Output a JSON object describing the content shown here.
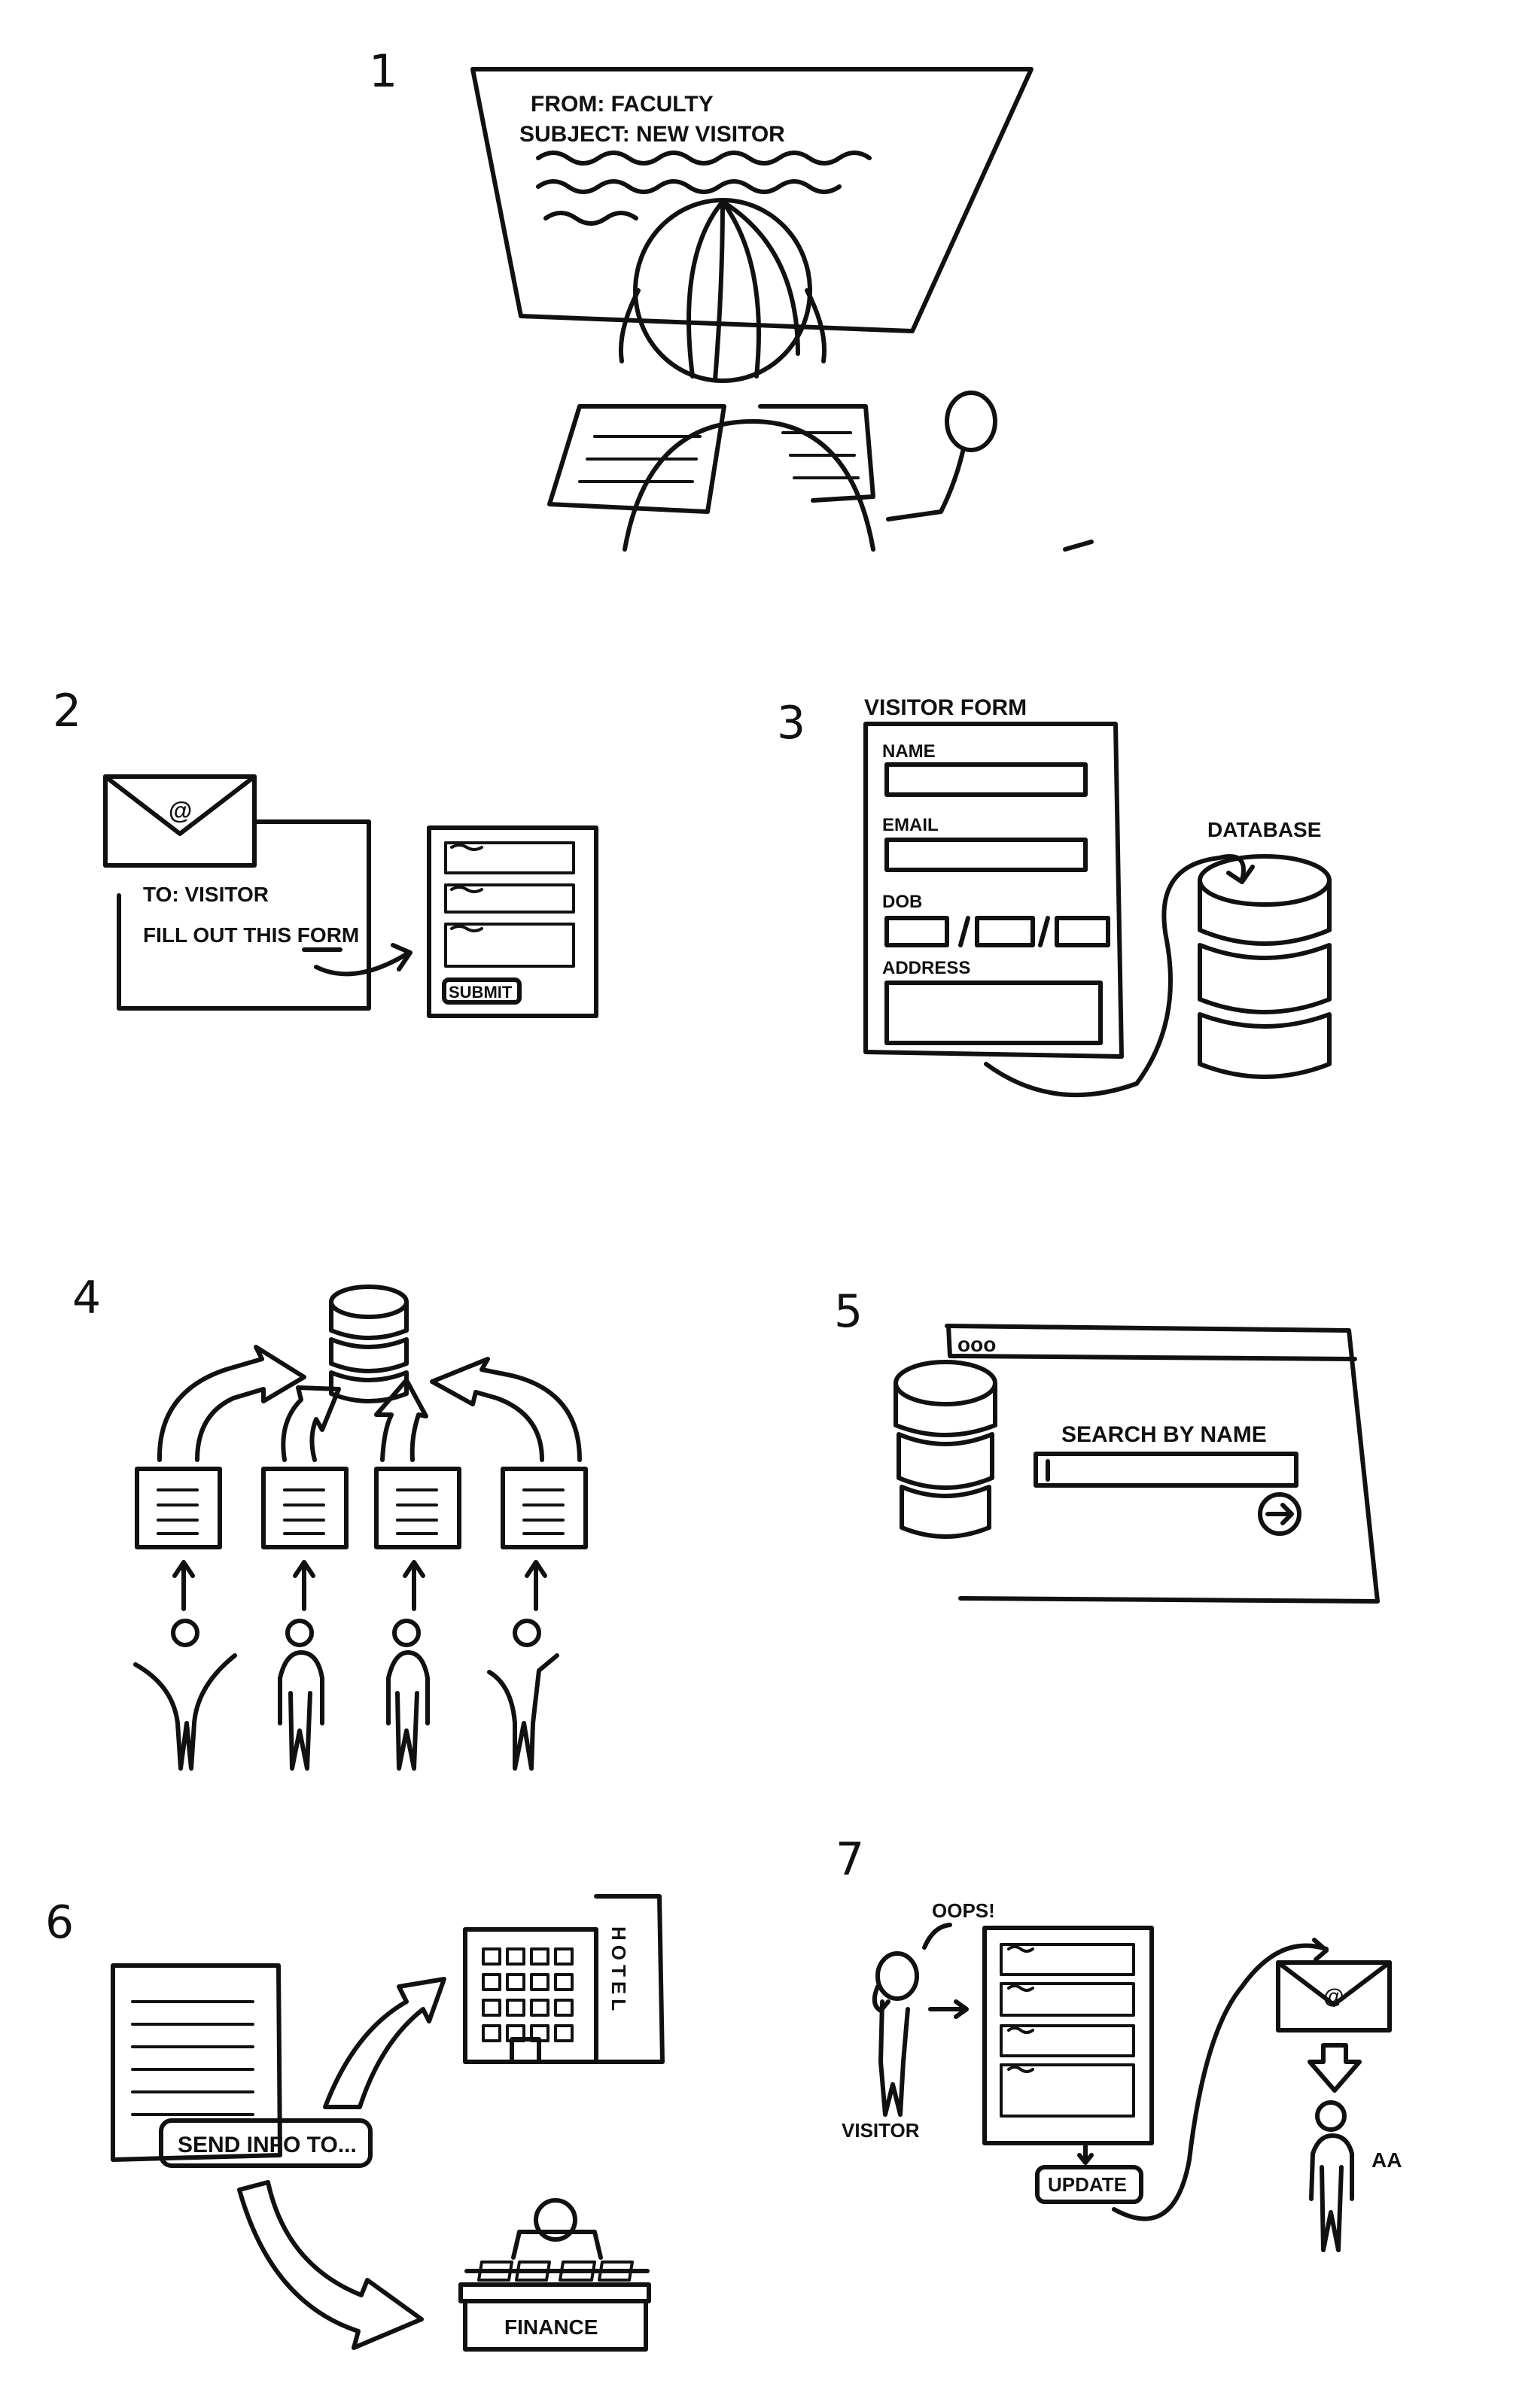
{
  "panels": [
    {
      "number": "1",
      "email_from": "FROM: FACULTY",
      "email_subject": "SUBJECT: NEW VISITOR"
    },
    {
      "number": "2",
      "email_to": "TO: VISITOR",
      "email_body": "FILL OUT THIS FORM",
      "at_symbol": "@",
      "submit_label": "SUBMIT"
    },
    {
      "number": "3",
      "form_title": "VISITOR FORM",
      "field_name": "NAME",
      "field_email": "EMAIL",
      "field_dob": "DOB",
      "field_address": "ADDRESS",
      "database_label": "DATABASE"
    },
    {
      "number": "4"
    },
    {
      "number": "5",
      "window_dots": "ooo",
      "search_label": "SEARCH BY NAME"
    },
    {
      "number": "6",
      "send_label": "SEND INFO TO...",
      "hotel_label": "HOTEL",
      "finance_label": "FINANCE"
    },
    {
      "number": "7",
      "exclamation": "OOPS!",
      "visitor_label": "VISITOR",
      "update_label": "UPDATE",
      "at_symbol": "@",
      "aa_label": "AA"
    }
  ]
}
